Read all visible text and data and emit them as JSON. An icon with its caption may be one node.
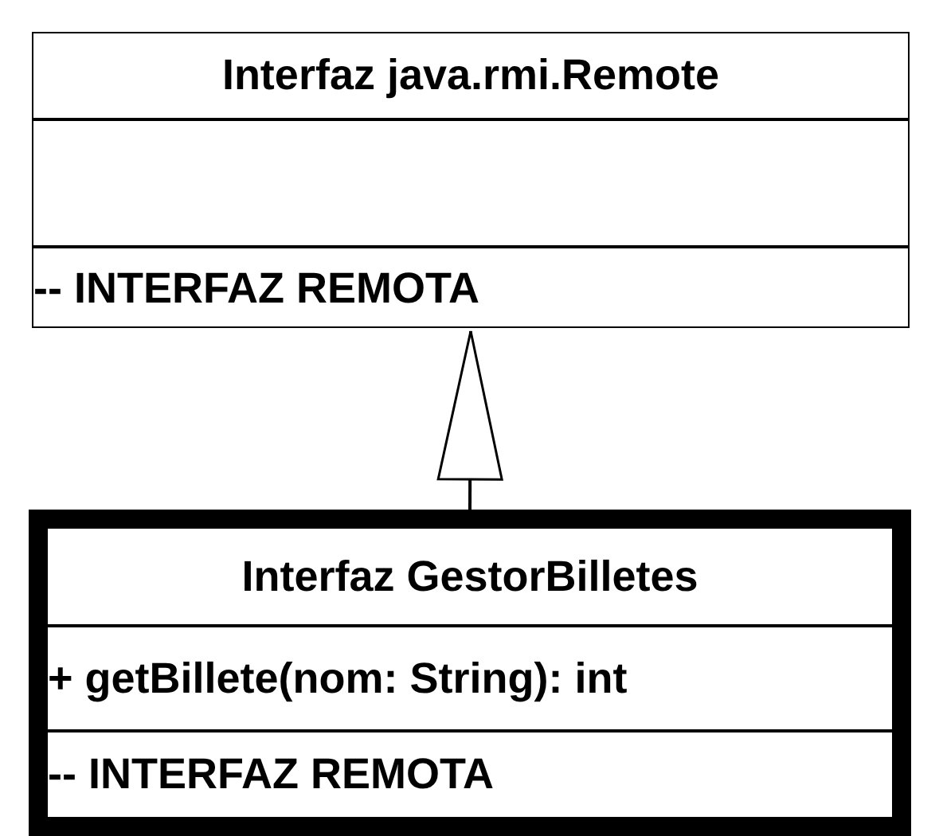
{
  "diagram": {
    "nodes": [
      {
        "text": [
          "Interfaz java.rmi.Remote",
          "-- INTERFAZ REMOTA"
        ]
      },
      {
        "text": [
          "Interfaz GestorBilletes",
          "+ getBillete(nom: String): int",
          "-- INTERFAZ REMOTA"
        ]
      }
    ],
    "edges": [
      {
        "from": 1,
        "to": 0,
        "arrow": "to"
      }
    ]
  }
}
